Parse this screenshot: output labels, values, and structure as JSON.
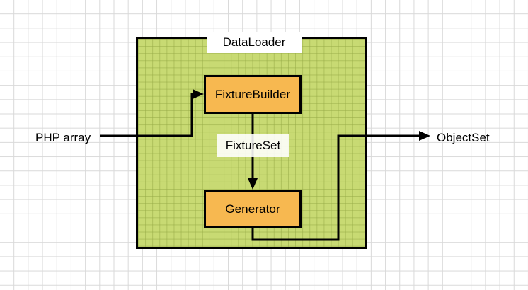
{
  "diagram": {
    "title_label": "DataLoader",
    "container": {
      "name": "DataLoader",
      "label": "DataLoader",
      "fill_color": "#c8da73",
      "border_color": "#000000"
    },
    "nodes": [
      {
        "id": "fixturebuilder",
        "label": "FixtureBuilder",
        "fill_color": "#f7b850",
        "border_color": "#000000"
      },
      {
        "id": "generator",
        "label": "Generator",
        "fill_color": "#f7b850",
        "border_color": "#000000"
      }
    ],
    "edge_labels": [
      {
        "id": "fixtureset",
        "label": "FixtureSet"
      }
    ],
    "external_labels": [
      {
        "id": "php-array",
        "label": "PHP array",
        "side": "left"
      },
      {
        "id": "objectset",
        "label": "ObjectSet",
        "side": "right"
      }
    ],
    "connections": [
      {
        "id": "input-edge",
        "from": "PHP array",
        "to": "FixtureBuilder",
        "label": ""
      },
      {
        "id": "fixtureset-edge",
        "from": "FixtureBuilder",
        "to": "Generator",
        "label": "FixtureSet"
      },
      {
        "id": "output-edge",
        "from": "Generator",
        "to": "ObjectSet",
        "label": ""
      }
    ],
    "colors": {
      "background": "#ffffff",
      "grid_line": "#d9d9d9",
      "container_fill": "#c8da73",
      "container_grid": "#96aa46",
      "node_fill": "#f7b850",
      "stroke": "#000000",
      "text": "#000000"
    }
  }
}
